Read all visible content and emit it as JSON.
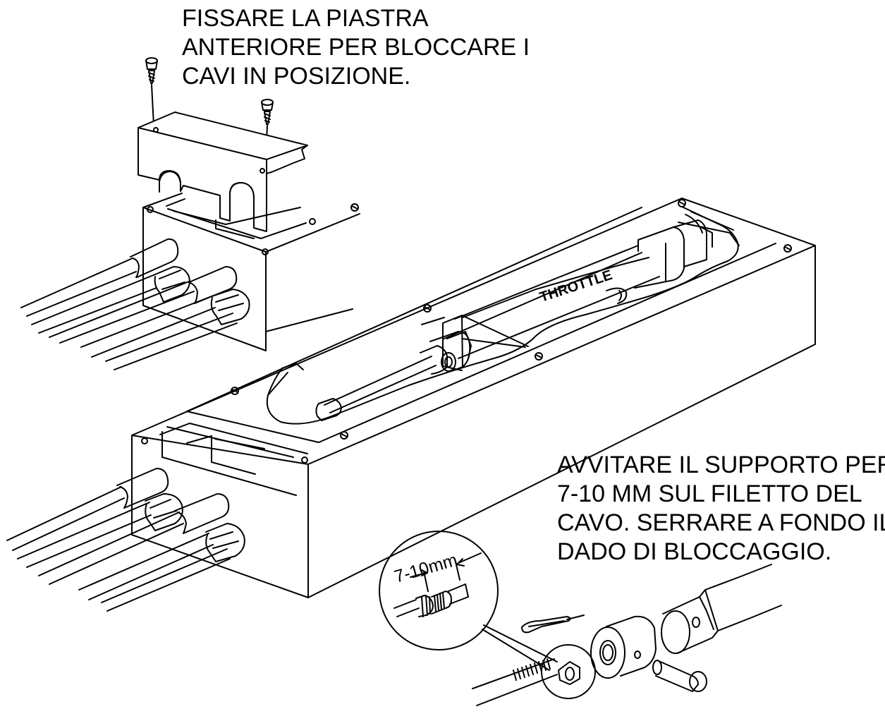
{
  "annotations": {
    "top_note": {
      "lines": [
        "FISSARE LA PIASTRA",
        "ANTERIORE PER BLOCCARE I",
        "CAVI IN POSIZIONE."
      ]
    },
    "bottom_note": {
      "lines": [
        "AVVITARE IL SUPPORTO PER",
        "7-10 MM SUL FILETTO DEL",
        "CAVO. SERRARE A FONDO IL",
        "DADO DI BLOCCAGGIO."
      ]
    }
  },
  "labels": {
    "throttle": "THROTTLE",
    "dimension": "7-10mm"
  }
}
